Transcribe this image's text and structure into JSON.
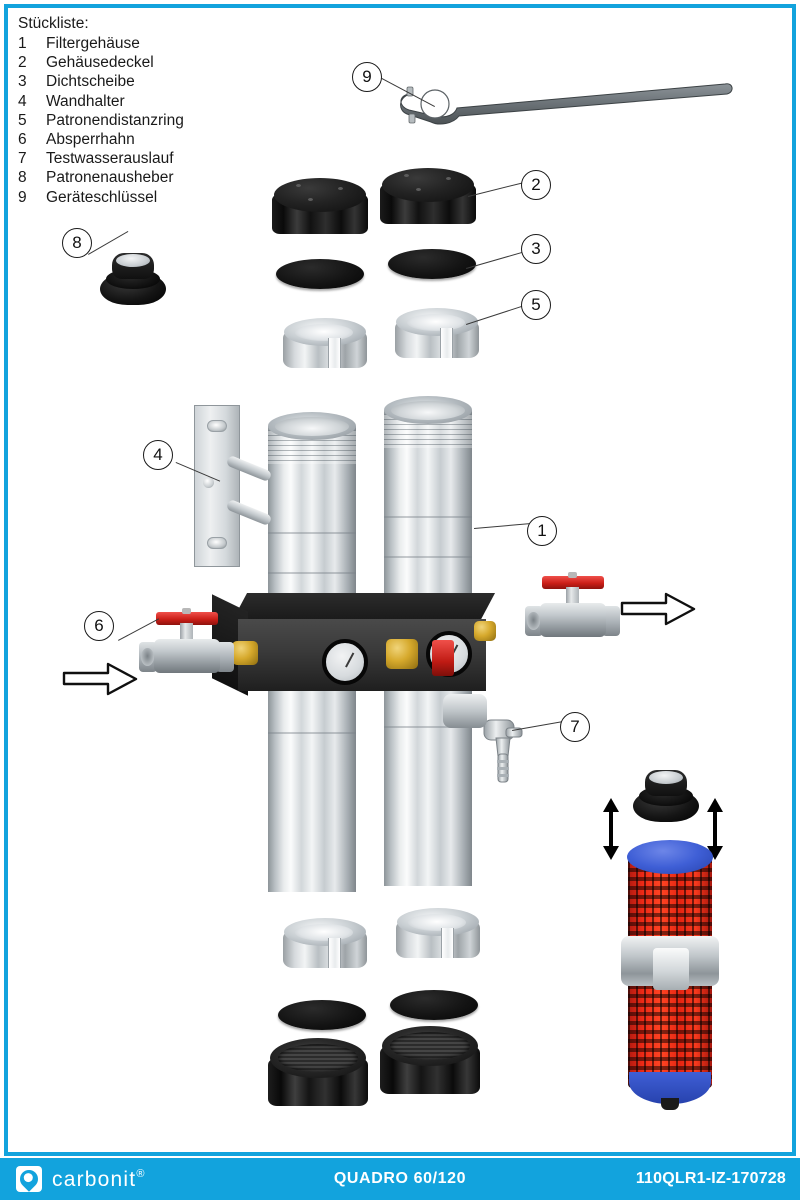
{
  "document": {
    "parts_list_title": "Stückliste:",
    "parts": [
      {
        "number": "1",
        "label": "Filtergehäuse"
      },
      {
        "number": "2",
        "label": "Gehäusedeckel"
      },
      {
        "number": "3",
        "label": "Dichtscheibe"
      },
      {
        "number": "4",
        "label": "Wandhalter"
      },
      {
        "number": "5",
        "label": "Patronendistanzring"
      },
      {
        "number": "6",
        "label": "Absperrhahn"
      },
      {
        "number": "7",
        "label": "Testwasserauslauf"
      },
      {
        "number": "8",
        "label": "Patronenausheber"
      },
      {
        "number": "9",
        "label": "Geräteschlüssel"
      }
    ]
  },
  "callouts": [
    {
      "id": "callout-1",
      "number": "1"
    },
    {
      "id": "callout-2",
      "number": "2"
    },
    {
      "id": "callout-3",
      "number": "3"
    },
    {
      "id": "callout-4",
      "number": "4"
    },
    {
      "id": "callout-5",
      "number": "5"
    },
    {
      "id": "callout-6",
      "number": "6"
    },
    {
      "id": "callout-7",
      "number": "7"
    },
    {
      "id": "callout-8",
      "number": "8"
    },
    {
      "id": "callout-9",
      "number": "9"
    }
  ],
  "footer": {
    "brand": "carbonit",
    "brand_trademark": "®",
    "product": "QUADRO  60/120",
    "document_code": "110QLR1-IZ-170728",
    "logo_icon": "water-drop-icon"
  },
  "colors": {
    "accent": "#12a3dd",
    "frame": "#12a3dd",
    "valve_handle": "#cc1f18",
    "cartridge_mesh": "#ef2a16",
    "cartridge_cap": "#3f5fd6",
    "brass": "#d6a92c",
    "housing_black": "#141414",
    "steel": "#c3c9cd"
  }
}
